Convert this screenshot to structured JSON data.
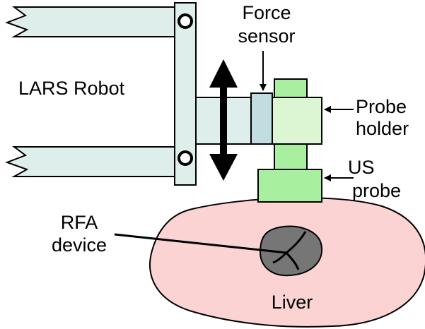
{
  "labels": {
    "robot": "LARS Robot",
    "force_line1": "Force",
    "force_line2": "sensor",
    "probe_holder_line1": "Probe",
    "probe_holder_line2": "holder",
    "us_line1": "US",
    "us_line2": "probe",
    "rfa_line1": "RFA",
    "rfa_line2": "device",
    "liver": "Liver"
  },
  "colors": {
    "robot_arm": "#deeeea",
    "force_sensor": "#c1dde0",
    "probe_holder": "#dcf5d2",
    "us_probe": "#a8f0a0",
    "liver": "#fbd3d3",
    "tumor": "#767676",
    "outline": "#000000"
  },
  "icons": {
    "joint": "pivot-circle-icon",
    "motion": "double-headed-vertical-arrow-icon"
  }
}
